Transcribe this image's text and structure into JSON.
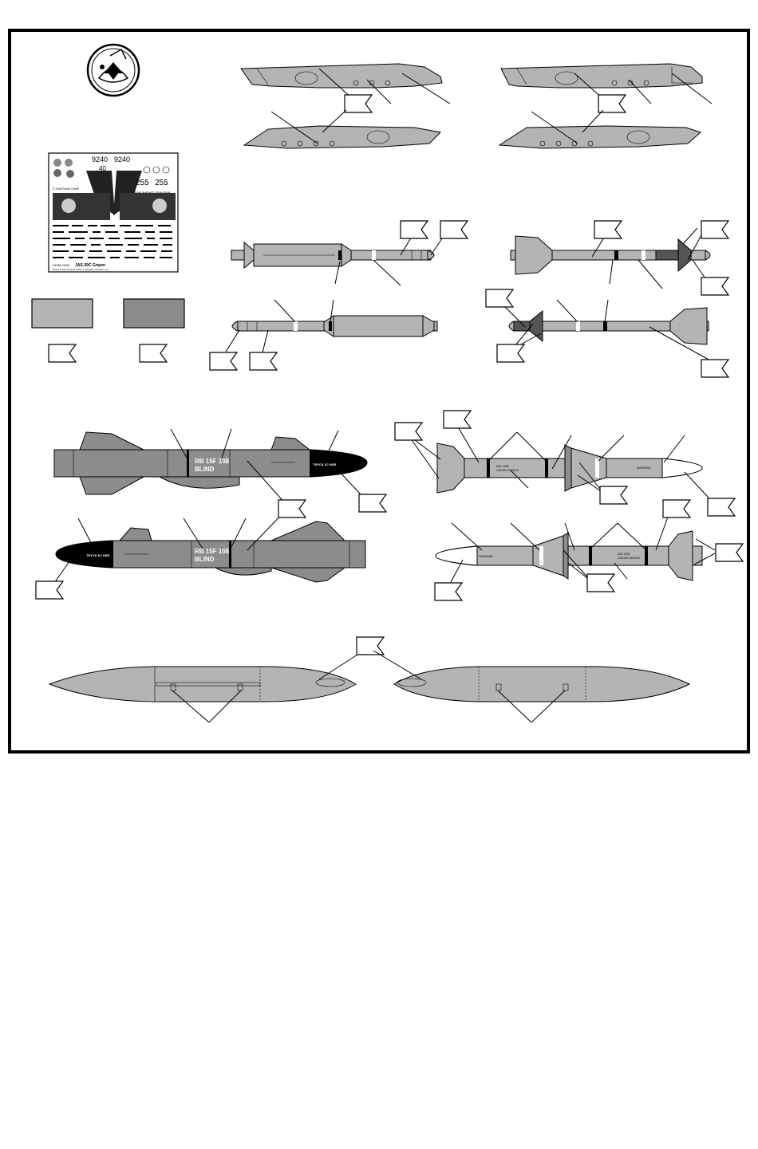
{
  "decal_sheet": {
    "numbers_top": "9240",
    "numbers_top_b": "9240",
    "small_num": "255",
    "big_num_a": "255",
    "big_num_b": "255",
    "mid": "40",
    "copyright": "© 2016 Revell GmbH",
    "designer": "Decals designed by Sylvain Ducat",
    "kit_code": "04999-0040",
    "kit_name": "JAS-39C Gripen",
    "printer": "Printed in Italy for Revell GmbH, a subsidiary of Hobbico, Inc."
  },
  "stencils": {
    "rbs_line1": "RB 15F 108",
    "rbs_line2": "BLIND",
    "nose_text": "TRYCK EJ HÄR",
    "amraam_a": "AIM-120B",
    "amraam_b": "GUIDED MISSILE",
    "amraam_c": "WARHEAD"
  },
  "colors": {
    "swatch_light": "#b4b4b4",
    "swatch_dark": "#8c8c8c"
  }
}
